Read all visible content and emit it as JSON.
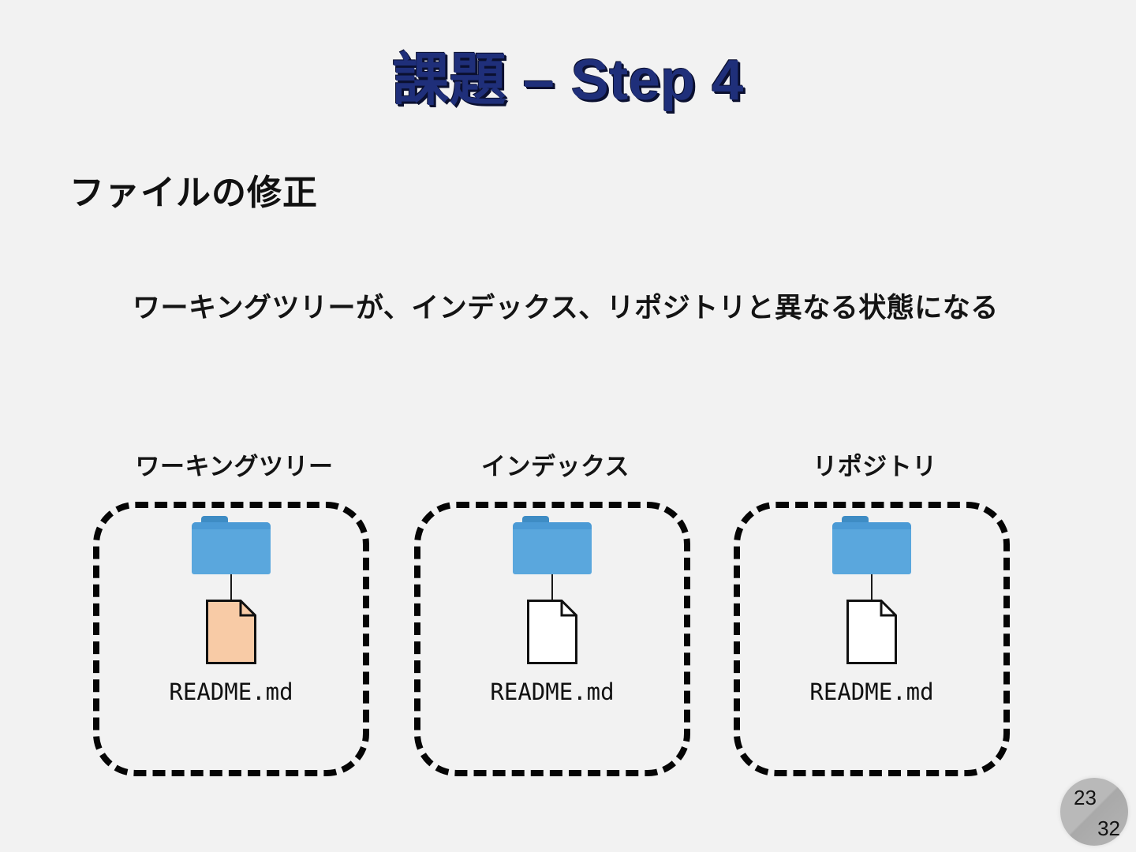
{
  "slide": {
    "title": "課題 – Step 4",
    "title_color": "#1f2f7a",
    "background_color": "#f2f2f2",
    "section_heading": "ファイルの修正",
    "description": "ワーキングツリーが、インデックス、リポジトリと異なる状態になる"
  },
  "diagram": {
    "columns": [
      {
        "label": "ワーキングツリー",
        "folder_icon": "folder-icon",
        "folder_color": "#5aa7dd",
        "file_icon": "file-icon",
        "file_color": "#f8cba6",
        "file_modified": true,
        "file_label": "README.md"
      },
      {
        "label": "インデックス",
        "folder_icon": "folder-icon",
        "folder_color": "#5aa7dd",
        "file_icon": "file-icon",
        "file_color": "#ffffff",
        "file_modified": false,
        "file_label": "README.md"
      },
      {
        "label": "リポジトリ",
        "folder_icon": "folder-icon",
        "folder_color": "#5aa7dd",
        "file_icon": "file-icon",
        "file_color": "#ffffff",
        "file_modified": false,
        "file_label": "README.md"
      }
    ]
  },
  "page_badge": {
    "current": "23",
    "total": "32"
  }
}
